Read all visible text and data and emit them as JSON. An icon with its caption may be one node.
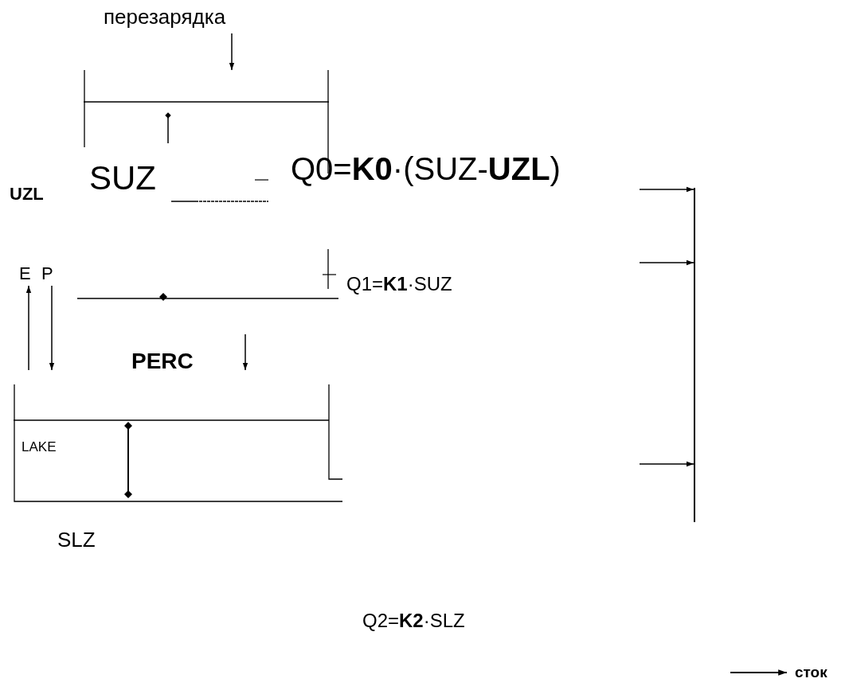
{
  "diagram": {
    "nodes": [
      {
        "text": [
          "перезарядка"
        ]
      },
      {
        "text": [],
        "shape": "box"
      },
      {
        "text": [
          "LAKE"
        ],
        "beside": [
          "SLZ"
        ]
      },
      {
        "text": [],
        "shape": "bar"
      },
      {
        "text": [
          "E"
        ]
      },
      {
        "text": [
          "P"
        ]
      }
    ],
    "edges": [
      {
        "from": 0,
        "to": 1,
        "arrow": "to"
      },
      {
        "from": 1,
        "to": 2,
        "arrow": "to",
        "label": "PERC"
      },
      {
        "from": 2,
        "to": 4,
        "arrow": "to"
      },
      {
        "from": 5,
        "to": 2,
        "arrow": "to"
      },
      {
        "from": null,
        "to": 3,
        "arrow": "to"
      },
      {
        "from": null,
        "to": 3,
        "arrow": "to"
      },
      {
        "from": null,
        "to": 3,
        "arrow": "to"
      }
    ],
    "labels": [
      "UZL",
      "SUZ",
      "Q0=**K0**·(SUZ-**UZL**)",
      "Q1=**K1**·SUZ",
      "Q2=**K2**·SLZ"
    ],
    "legend": [
      {
        "text": "сток"
      }
    ]
  }
}
